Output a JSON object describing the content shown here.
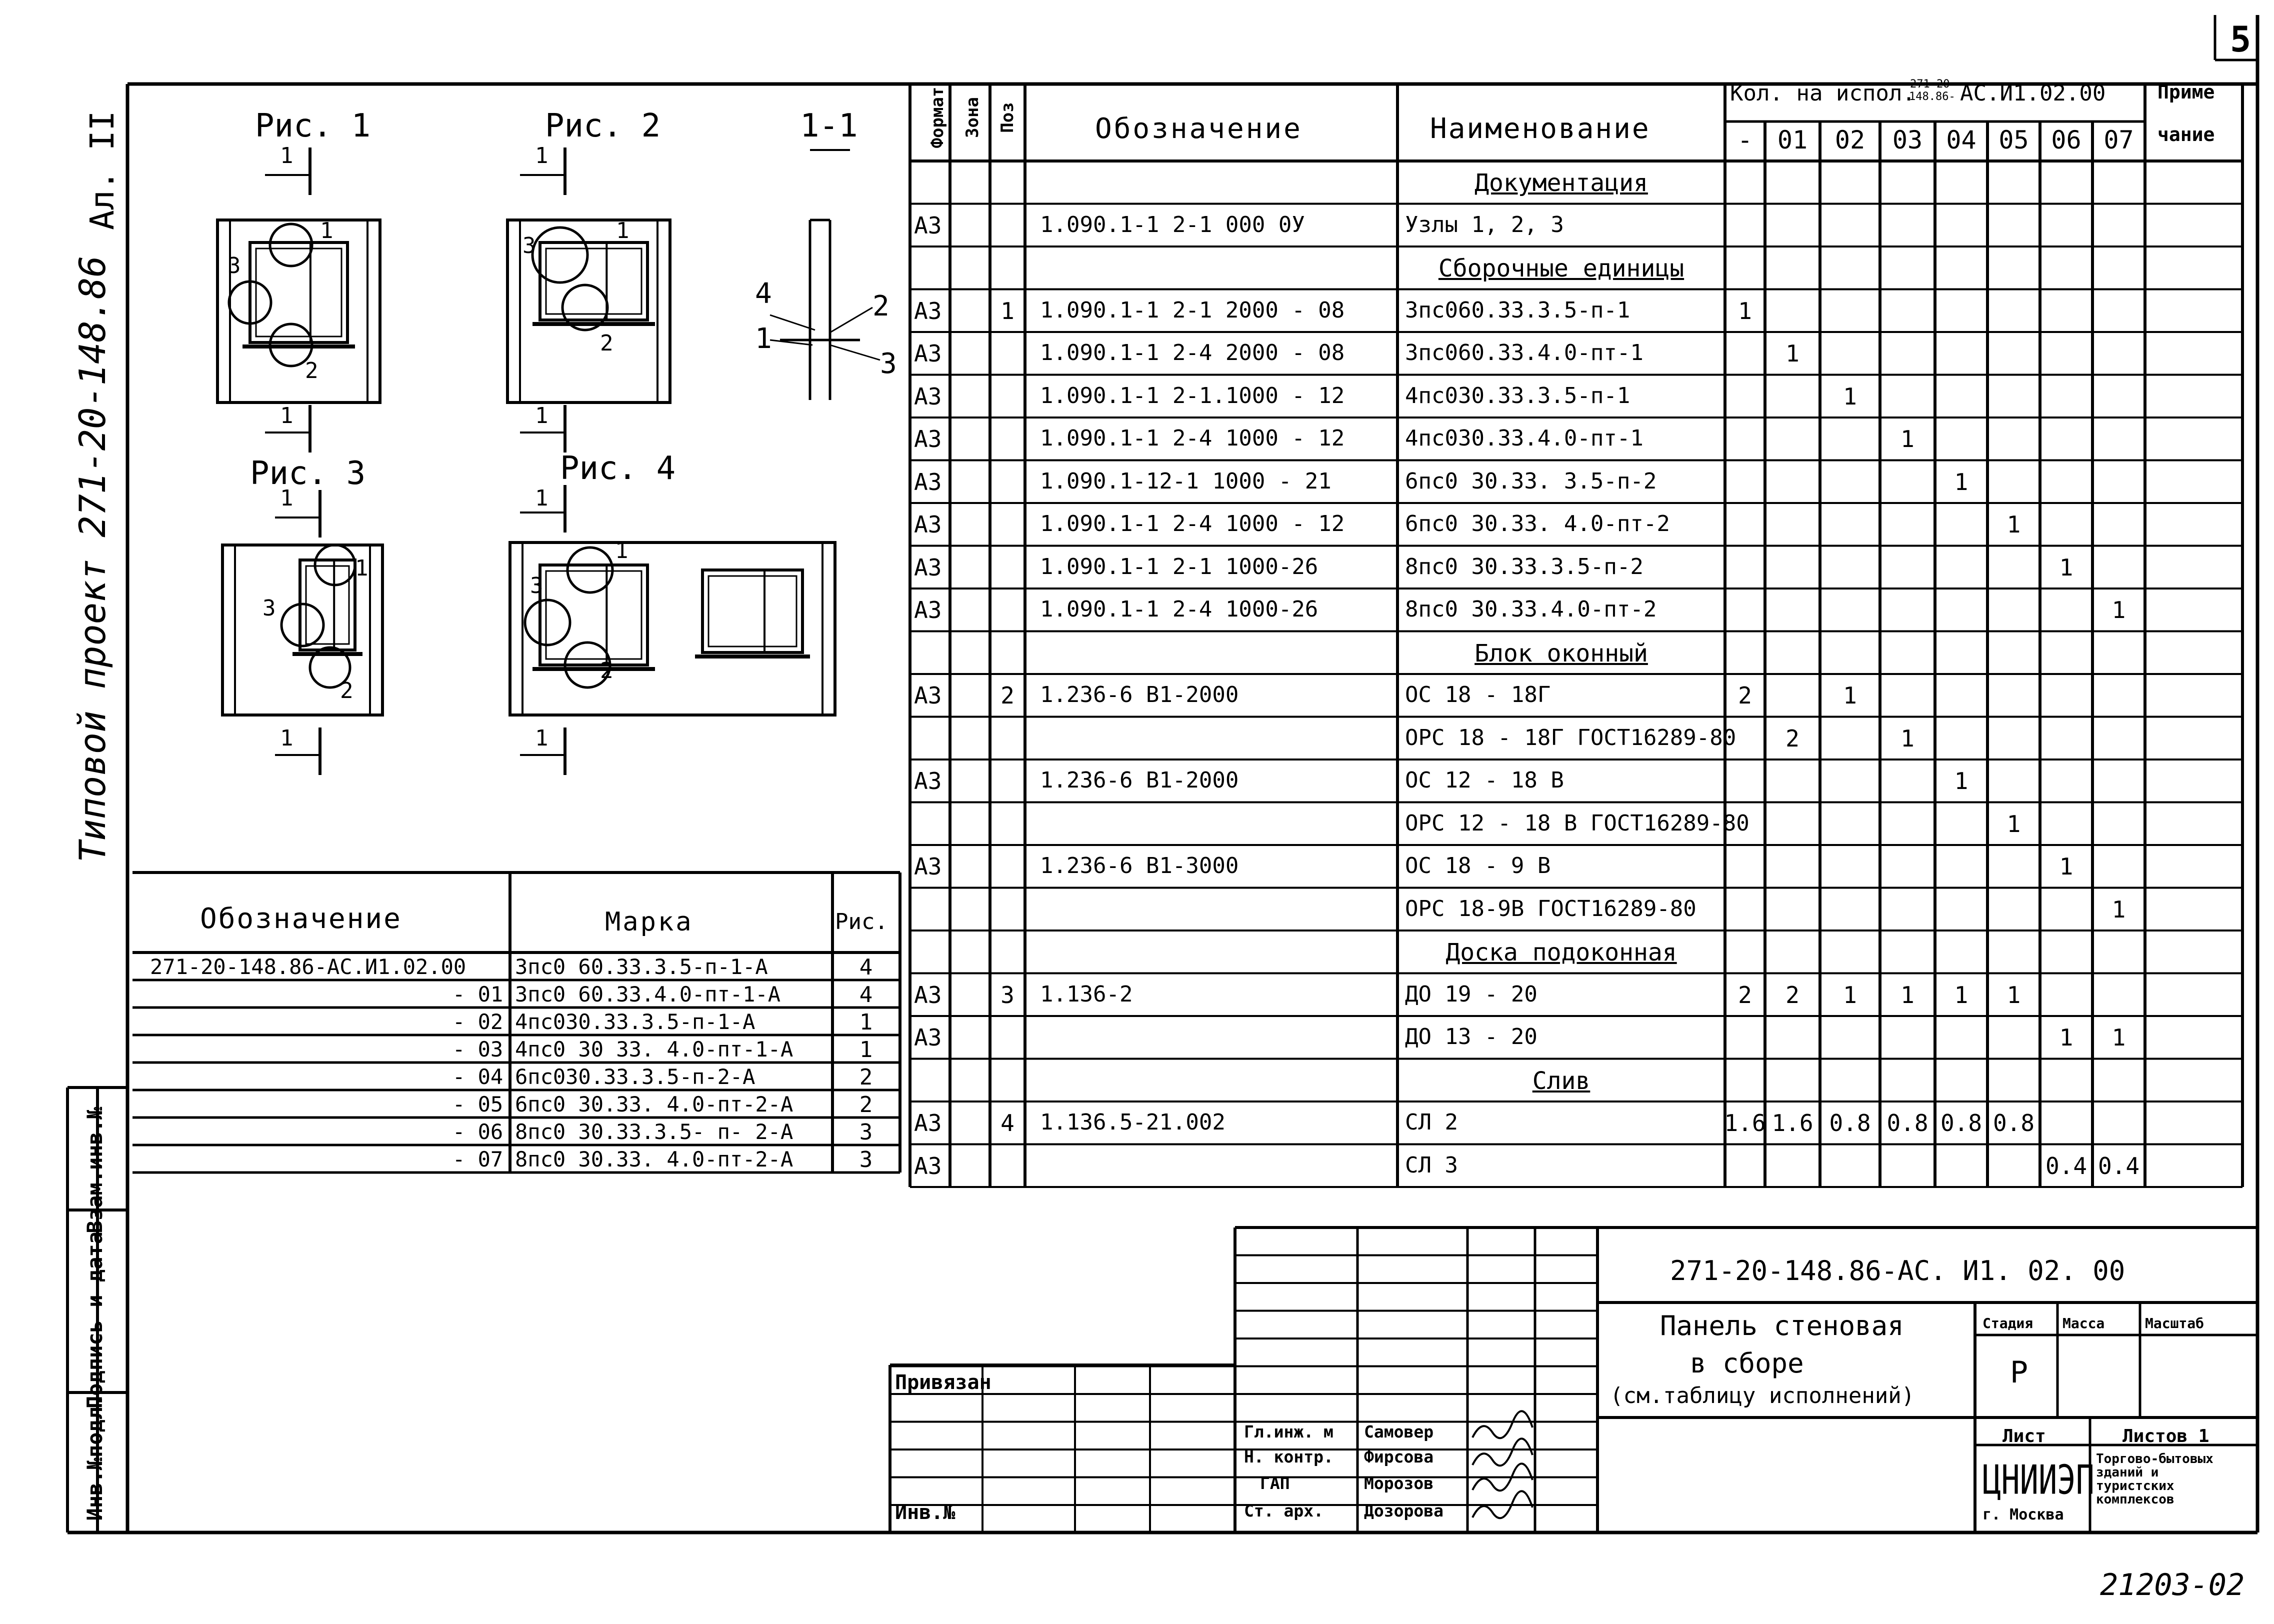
{
  "sheet_number": "5",
  "album_label": "Ал. II",
  "project_label": "Типовой проект 271-20-148.86",
  "bottom_right_number": "21203-02",
  "left_stamp": {
    "cells": [
      "Инв.№подл.",
      "Подпись и дата",
      "Взам.инв.№"
    ]
  },
  "figures": {
    "fig1_title": "Рис. 1",
    "fig2_title": "Рис. 2",
    "fig3_title": "Рис. 3",
    "fig4_title": "Рис. 4",
    "section_title": "1-1",
    "section_marks": [
      "1",
      "2",
      "3",
      "4"
    ],
    "cut_mark": "1",
    "callouts": [
      "1",
      "2",
      "3"
    ]
  },
  "marks_table": {
    "headers": [
      "Обозначение",
      "Марка",
      "Рис."
    ],
    "rows": [
      {
        "designation": "271-20-148.86-АС.И1.02.00",
        "mark": "3пс0 60.33.3.5-п-1-А",
        "fig": "4"
      },
      {
        "designation": "- 01",
        "mark": "3пс0 60.33.4.0-пт-1-А",
        "fig": "4"
      },
      {
        "designation": "- 02",
        "mark": "4пс030.33.3.5-п-1-А",
        "fig": "1"
      },
      {
        "designation": "- 03",
        "mark": "4пс0 30 33. 4.0-пт-1-А",
        "fig": "1"
      },
      {
        "designation": "- 04",
        "mark": "6пс030.33.3.5-п-2-А",
        "fig": "2"
      },
      {
        "designation": "- 05",
        "mark": "6пс0 30.33. 4.0-пт-2-А",
        "fig": "2"
      },
      {
        "designation": "- 06",
        "mark": "8пс0 30.33.3.5- п- 2-А",
        "fig": "3"
      },
      {
        "designation": "- 07",
        "mark": "8пс0 30.33. 4.0-пт-2-А",
        "fig": "3"
      }
    ]
  },
  "spec_table": {
    "headers": {
      "format": "Формат",
      "zone": "Зона",
      "pos": "Поз",
      "designation": "Обозначение",
      "name": "Наименование",
      "qty_group": "Кол. на испол.",
      "qty_group_code_top": "271-20-",
      "qty_group_code_bottom": "148.86-",
      "qty_group_code_tail": "АС.И1.02.00",
      "note_top": "Приме",
      "note_bottom": "чание",
      "qty_cols": [
        "-",
        "01",
        "02",
        "03",
        "04",
        "05",
        "06",
        "07"
      ]
    },
    "rows": [
      {
        "format": "",
        "zone": "",
        "pos": "",
        "designation": "",
        "name": "Документация",
        "section": true,
        "qty": [
          "",
          "",
          "",
          "",
          "",
          "",
          "",
          ""
        ]
      },
      {
        "format": "А3",
        "zone": "",
        "pos": "",
        "designation": "1.090.1-1 2-1 000 0У",
        "name": "Узлы 1, 2, 3",
        "section": false,
        "qty": [
          "",
          "",
          "",
          "",
          "",
          "",
          "",
          ""
        ]
      },
      {
        "format": "",
        "zone": "",
        "pos": "",
        "designation": "",
        "name": "Сборочные единицы",
        "section": true,
        "qty": [
          "",
          "",
          "",
          "",
          "",
          "",
          "",
          ""
        ]
      },
      {
        "format": "А3",
        "zone": "",
        "pos": "1",
        "designation": "1.090.1-1 2-1 2000 - 08",
        "name": "3пс060.33.3.5-п-1",
        "section": false,
        "qty": [
          "1",
          "",
          "",
          "",
          "",
          "",
          "",
          ""
        ]
      },
      {
        "format": "А3",
        "zone": "",
        "pos": "",
        "designation": "1.090.1-1 2-4 2000 - 08",
        "name": "3пс060.33.4.0-пт-1",
        "section": false,
        "qty": [
          "",
          "1",
          "",
          "",
          "",
          "",
          "",
          ""
        ]
      },
      {
        "format": "А3",
        "zone": "",
        "pos": "",
        "designation": "1.090.1-1 2-1.1000 - 12",
        "name": "4пс030.33.3.5-п-1",
        "section": false,
        "qty": [
          "",
          "",
          "1",
          "",
          "",
          "",
          "",
          ""
        ]
      },
      {
        "format": "А3",
        "zone": "",
        "pos": "",
        "designation": "1.090.1-1 2-4 1000 - 12",
        "name": "4пс030.33.4.0-пт-1",
        "section": false,
        "qty": [
          "",
          "",
          "",
          "1",
          "",
          "",
          "",
          ""
        ]
      },
      {
        "format": "А3",
        "zone": "",
        "pos": "",
        "designation": "1.090.1-12-1 1000 - 21",
        "name": "6пс0 30.33. 3.5-п-2",
        "section": false,
        "qty": [
          "",
          "",
          "",
          "",
          "1",
          "",
          "",
          ""
        ]
      },
      {
        "format": "А3",
        "zone": "",
        "pos": "",
        "designation": "1.090.1-1 2-4 1000 - 12",
        "name": "6пс0 30.33. 4.0-пт-2",
        "section": false,
        "qty": [
          "",
          "",
          "",
          "",
          "",
          "1",
          "",
          ""
        ]
      },
      {
        "format": "А3",
        "zone": "",
        "pos": "",
        "designation": "1.090.1-1 2-1 1000-26",
        "name": "8пс0 30.33.3.5-п-2",
        "section": false,
        "qty": [
          "",
          "",
          "",
          "",
          "",
          "",
          "1",
          ""
        ]
      },
      {
        "format": "А3",
        "zone": "",
        "pos": "",
        "designation": "1.090.1-1 2-4 1000-26",
        "name": "8пс0 30.33.4.0-пт-2",
        "section": false,
        "qty": [
          "",
          "",
          "",
          "",
          "",
          "",
          "",
          "1"
        ]
      },
      {
        "format": "",
        "zone": "",
        "pos": "",
        "designation": "",
        "name": "Блок оконный",
        "section": true,
        "qty": [
          "",
          "",
          "",
          "",
          "",
          "",
          "",
          ""
        ]
      },
      {
        "format": "А3",
        "zone": "",
        "pos": "2",
        "designation": "1.236-6 В1-2000",
        "name": "ОС 18 - 18Г",
        "section": false,
        "qty": [
          "2",
          "",
          "1",
          "",
          "",
          "",
          "",
          ""
        ]
      },
      {
        "format": "",
        "zone": "",
        "pos": "",
        "designation": "",
        "name": "ОРС 18 - 18Г ГОСТ16289-80",
        "section": false,
        "qty": [
          "",
          "2",
          "",
          "1",
          "",
          "",
          "",
          ""
        ]
      },
      {
        "format": "А3",
        "zone": "",
        "pos": "",
        "designation": "1.236-6 В1-2000",
        "name": "ОС 12 - 18 В",
        "section": false,
        "qty": [
          "",
          "",
          "",
          "",
          "1",
          "",
          "",
          ""
        ]
      },
      {
        "format": "",
        "zone": "",
        "pos": "",
        "designation": "",
        "name": "ОРС 12 - 18 В ГОСТ16289-80",
        "section": false,
        "qty": [
          "",
          "",
          "",
          "",
          "",
          "1",
          "",
          ""
        ]
      },
      {
        "format": "А3",
        "zone": "",
        "pos": "",
        "designation": "1.236-6 В1-3000",
        "name": "ОС 18 - 9 В",
        "section": false,
        "qty": [
          "",
          "",
          "",
          "",
          "",
          "",
          "1",
          ""
        ]
      },
      {
        "format": "",
        "zone": "",
        "pos": "",
        "designation": "",
        "name": "ОРС 18-9В ГОСТ16289-80",
        "section": false,
        "qty": [
          "",
          "",
          "",
          "",
          "",
          "",
          "",
          "1"
        ]
      },
      {
        "format": "",
        "zone": "",
        "pos": "",
        "designation": "",
        "name": "Доска подоконная",
        "section": true,
        "qty": [
          "",
          "",
          "",
          "",
          "",
          "",
          "",
          ""
        ]
      },
      {
        "format": "А3",
        "zone": "",
        "pos": "3",
        "designation": "1.136-2",
        "name": "ДО 19 - 20",
        "section": false,
        "qty": [
          "2",
          "2",
          "1",
          "1",
          "1",
          "1",
          "",
          ""
        ]
      },
      {
        "format": "А3",
        "zone": "",
        "pos": "",
        "designation": "",
        "name": "ДО 13 - 20",
        "section": false,
        "qty": [
          "",
          "",
          "",
          "",
          "",
          "",
          "1",
          "1"
        ]
      },
      {
        "format": "",
        "zone": "",
        "pos": "",
        "designation": "",
        "name": "Слив",
        "section": true,
        "qty": [
          "",
          "",
          "",
          "",
          "",
          "",
          "",
          ""
        ]
      },
      {
        "format": "А3",
        "zone": "",
        "pos": "4",
        "designation": "1.136.5-21.002",
        "name": "СЛ 2",
        "section": false,
        "qty": [
          "1.6",
          "1.6",
          "0.8",
          "0.8",
          "0.8",
          "0.8",
          "",
          ""
        ]
      },
      {
        "format": "А3",
        "zone": "",
        "pos": "",
        "designation": "",
        "name": "СЛ 3",
        "section": false,
        "qty": [
          "",
          "",
          "",
          "",
          "",
          "",
          "0.4",
          "0.4"
        ]
      }
    ]
  },
  "title_block": {
    "document_code": "271-20-148.86-АС. И1. 02. 00",
    "title_line1": "Панель стеновая",
    "title_line2": "в сборе",
    "title_line3": "(см.таблицу исполнений)",
    "stage_label": "Стадия",
    "mass_label": "Масса",
    "scale_label": "Масштаб",
    "stage_value": "Р",
    "sheet_label": "Лист",
    "sheets_label": "Листов 1",
    "org_name": "ЦНИИЭП",
    "org_city": "г. Москва",
    "org_desc": "Торгово-бытовых зданий и туристских комплексов",
    "binding_label": "Привязан",
    "inv_label": "Инв.№",
    "staff": [
      {
        "role": "Гл.инж. м",
        "name": "Самовер"
      },
      {
        "role": "Н. контр.",
        "name": "Фирсова"
      },
      {
        "role": "ГАП",
        "name": "Морозов"
      },
      {
        "role": "Ст. арх.",
        "name": "Дозорова"
      }
    ]
  }
}
